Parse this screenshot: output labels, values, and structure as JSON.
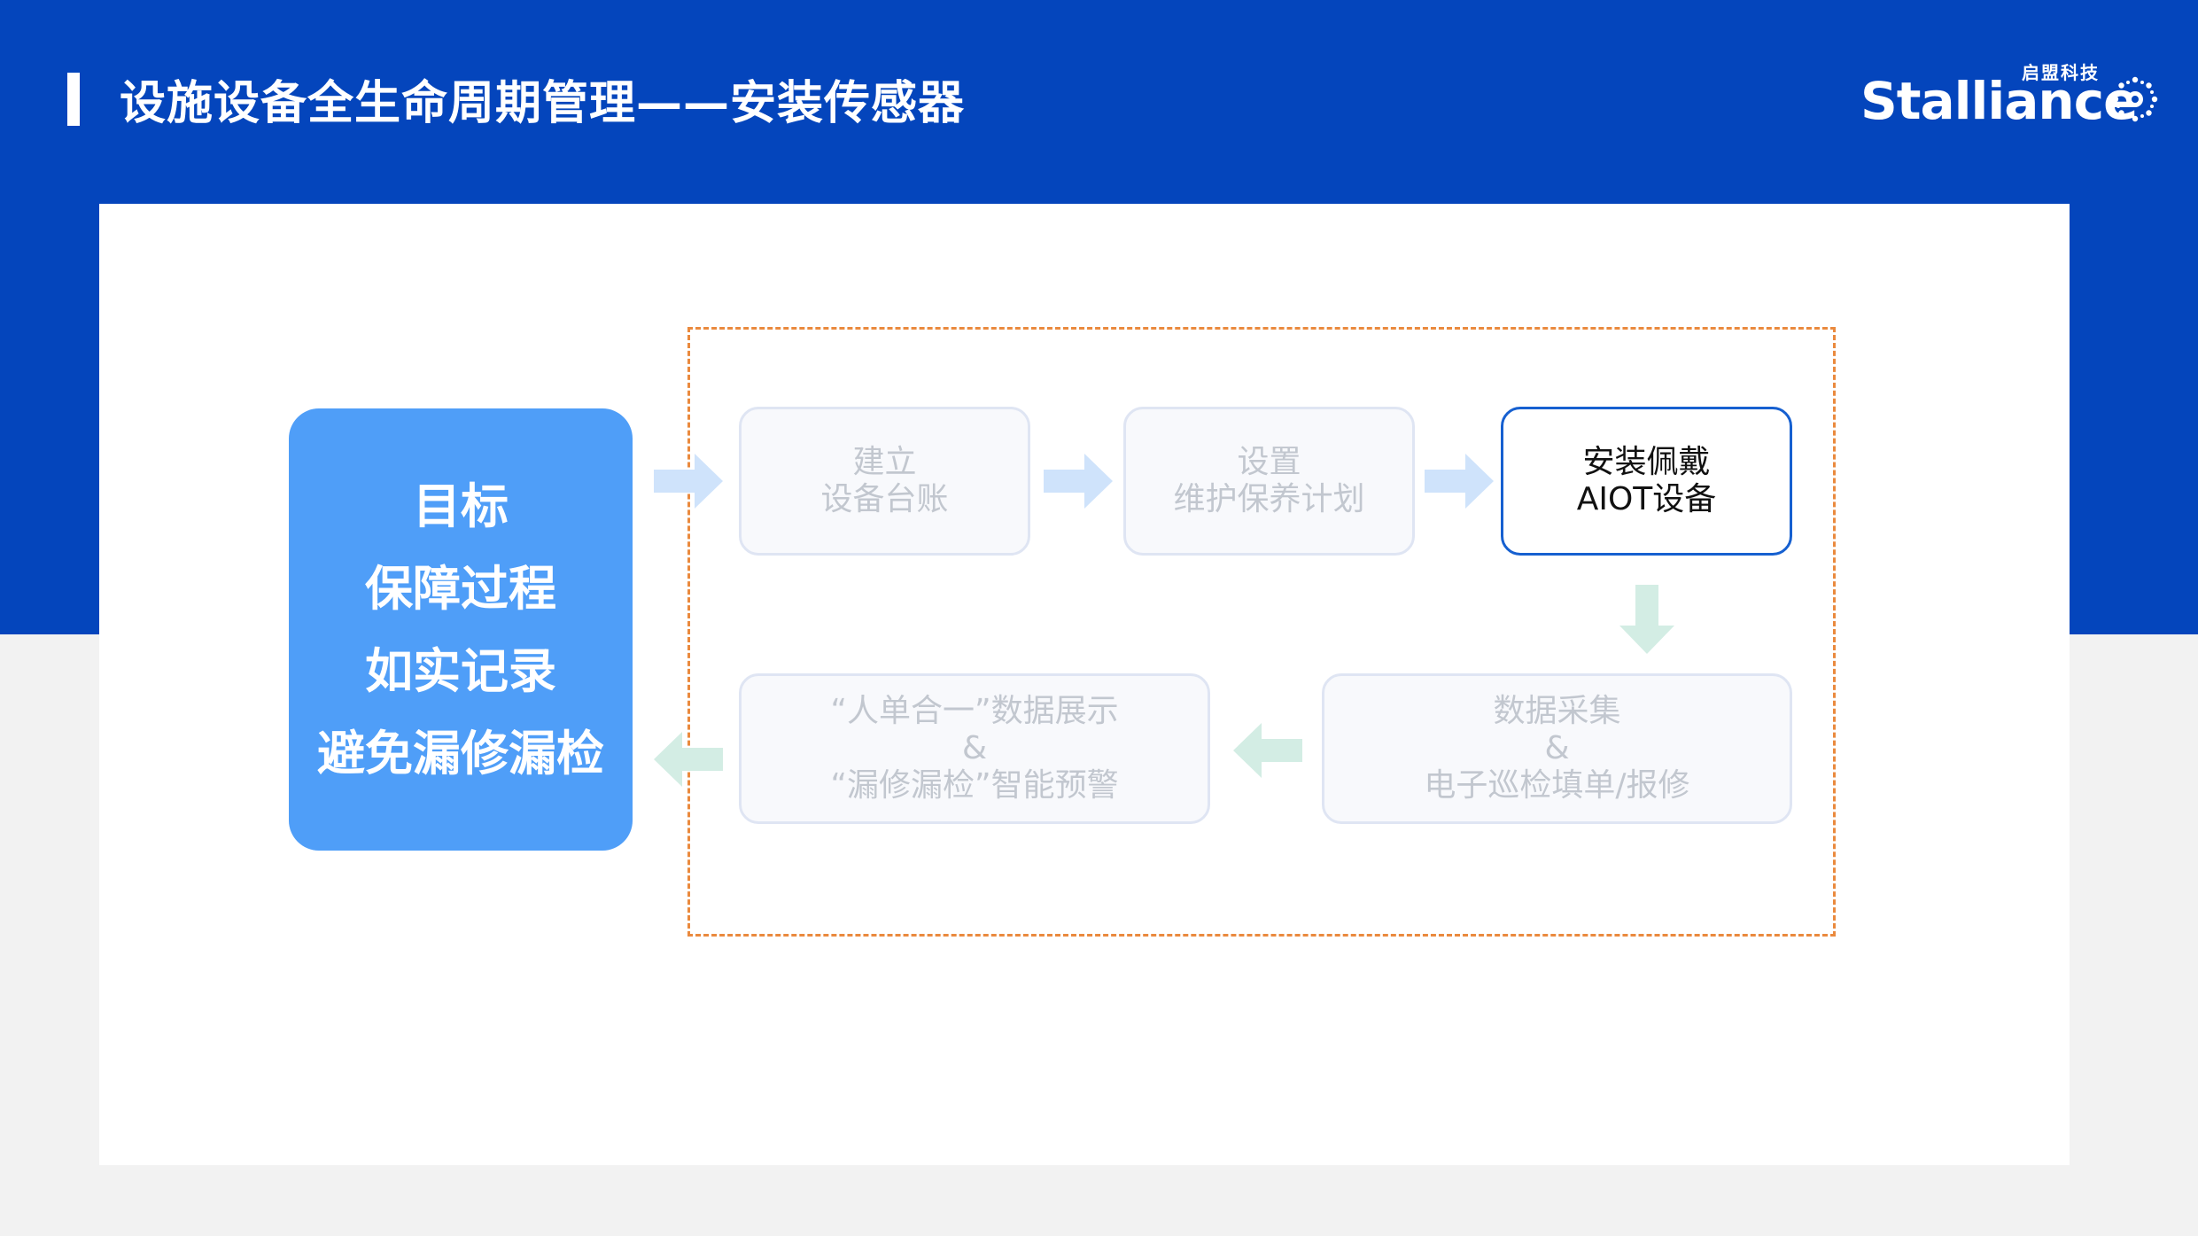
{
  "header": {
    "title": "设施设备全生命周期管理——安装传感器",
    "logo_text": "Stalliance",
    "logo_cn": "启盟科技"
  },
  "goal": {
    "lines": [
      "目标",
      "保障过程",
      "如实记录",
      "避免漏修漏检"
    ]
  },
  "steps": [
    {
      "lines": [
        "建立",
        "设备台账"
      ],
      "state": "faded"
    },
    {
      "lines": [
        "设置",
        "维护保养计划"
      ],
      "state": "faded"
    },
    {
      "lines": [
        "安装佩戴",
        "AIOT设备"
      ],
      "state": "active"
    },
    {
      "lines": [
        "数据采集",
        "&",
        "电子巡检填单/报修"
      ],
      "state": "faded"
    },
    {
      "lines": [
        "“人单合一”数据展示",
        "&",
        "“漏修漏检”智能预警"
      ],
      "state": "faded"
    }
  ],
  "colors": {
    "brand_blue": "#0445bc",
    "goal_blue": "#4f9ef8",
    "active_border": "#1660d0",
    "dash_orange": "#ea8a3e",
    "arrow_blue": "#cfe3fb",
    "arrow_green": "#d3ede4"
  }
}
